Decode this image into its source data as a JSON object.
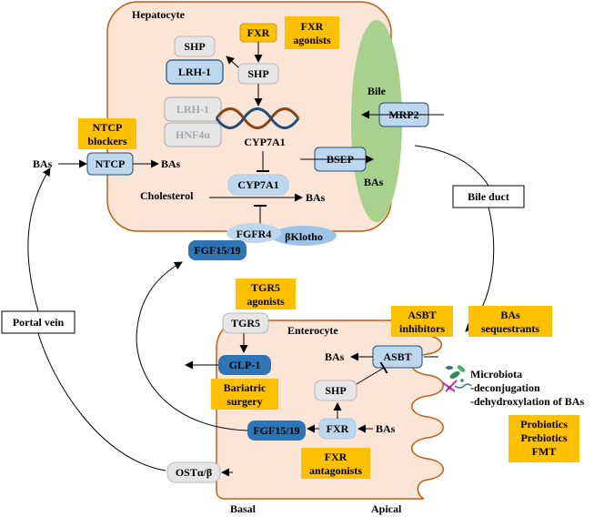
{
  "hepatocyte": {
    "title": "Hepatocyte",
    "fxr": "FXR",
    "fxr_agonists": [
      "FXR",
      "agonists"
    ],
    "shp_small": "SHP",
    "lrh1": "LRH-1",
    "shp": "SHP",
    "lrh1_grey": "LRH-1",
    "hnf4a": "HNF4α",
    "cyp7a1_gene": "CYP7A1",
    "ntcp_blockers": [
      "NTCP",
      "blockers"
    ],
    "ntcp": "NTCP",
    "bas_left": "BAs",
    "bas_right": "BAs",
    "cholesterol": "Cholesterol",
    "cyp7a1_enzyme": "CYP7A1",
    "bas_product": "BAs",
    "bsep": "BSEP",
    "bas_bsep": "BAs",
    "fgfr4": "FGFR4",
    "bklotho": "βKlotho",
    "fgf1519": "FGF15/19"
  },
  "bile": {
    "label": "Bile",
    "mrp2": "MRP2",
    "duct": "Bile duct"
  },
  "portal_vein": "Portal vein",
  "enterocyte": {
    "title": "Enterocyte",
    "tgr5_agonists": [
      "TGR5",
      "agonists"
    ],
    "tgr5": "TGR5",
    "glp1": "GLP-1",
    "bariatric": [
      "Bariatric",
      "surgery"
    ],
    "asbt_inhibitors": [
      "ASBT",
      "inhibitors"
    ],
    "asbt": "ASBT",
    "bas_asbt": "BAs",
    "shp": "SHP",
    "fxr": "FXR",
    "bas_fxr": "BAs",
    "fgf1519": "FGF15/19",
    "fxr_antagonists": [
      "FXR",
      "antagonists"
    ],
    "ost": "OSTα/β",
    "basal": "Basal",
    "apical": "Apical"
  },
  "bas_sequestrants": [
    "BAs",
    "sequestrants"
  ],
  "microbiota": [
    "Microbiota",
    "-deconjugation",
    "-dehydroxylation of BAs"
  ],
  "treatments": [
    "Probiotics",
    "Prebiotics",
    "FMT"
  ],
  "colors": {
    "cell_fill": "#fbe5d6",
    "cell_stroke": "#c55a11",
    "orange_box": "#ffc000",
    "blue_box": "#bdd7ee",
    "grey_box": "#e7e6e6",
    "dark_blue": "#2e75b6",
    "bile_green": "#a9d18e"
  }
}
